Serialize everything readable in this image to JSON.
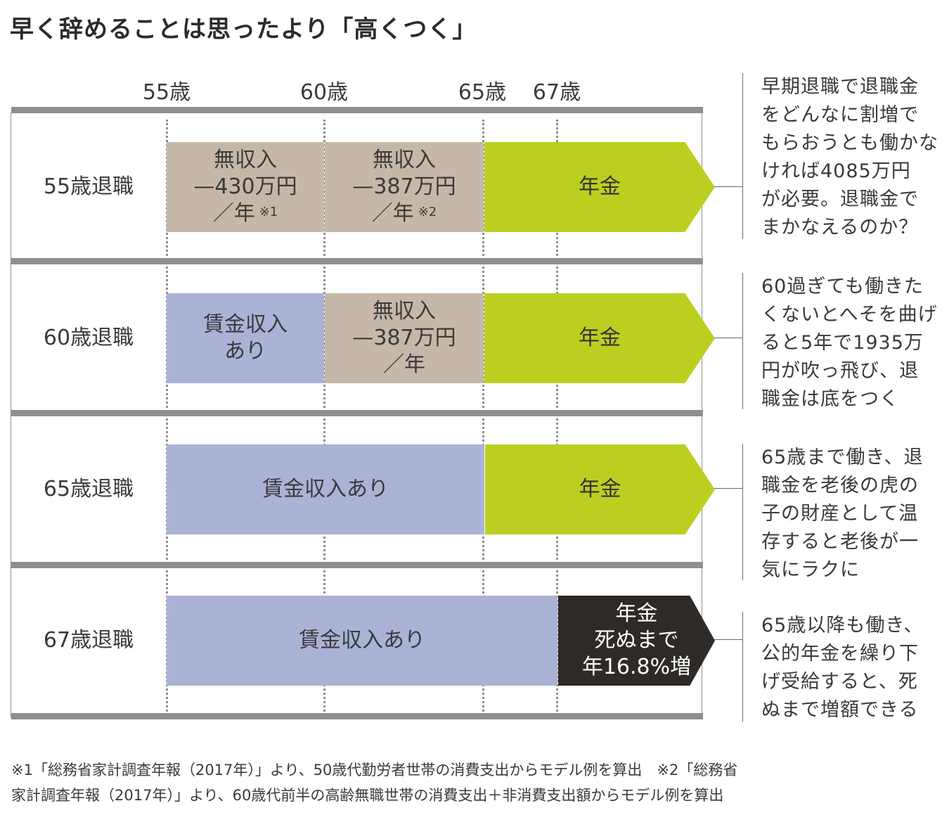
{
  "title": "早く辞めることは思ったより「高くつく」",
  "ages": [
    "55歳",
    "60歳",
    "65歳",
    "67歳"
  ],
  "rows": [
    {
      "label": "55歳退職",
      "segments": [
        {
          "lines": [
            "無収入",
            "—430万円",
            "／年"
          ],
          "note_mark": "※1"
        },
        {
          "lines": [
            "無収入",
            "—387万円",
            "／年"
          ],
          "note_mark": "※2"
        }
      ],
      "pension": "年金",
      "note": [
        "早期退職で退職金",
        "をどんなに割増で",
        "もらおうとも働かな",
        "ければ4085万円",
        "が必要。退職金で",
        "まかなえるのか？"
      ]
    },
    {
      "label": "60歳退職",
      "segments": [
        {
          "lines": [
            "賃金収入",
            "あり"
          ]
        },
        {
          "lines": [
            "無収入",
            "—387万円",
            "／年"
          ]
        }
      ],
      "pension": "年金",
      "note": [
        "60過ぎても働きた",
        "くないとへそを曲げ",
        "ると5年で1935万",
        "円が吹っ飛び、退",
        "職金は底をつく"
      ]
    },
    {
      "label": "65歳退職",
      "segments": [
        {
          "lines": [
            "賃金収入あり"
          ]
        }
      ],
      "pension": "年金",
      "note": [
        "65歳まで働き、退",
        "職金を老後の虎の",
        "子の財産として温",
        "存すると老後が一",
        "気にラクに"
      ]
    },
    {
      "label": "67歳退職",
      "segments": [
        {
          "lines": [
            "賃金収入あり"
          ]
        }
      ],
      "pension_lines": [
        "年金",
        "死ぬまで",
        "年16.8%増"
      ],
      "note": [
        "65歳以降も働き、",
        "公的年金を繰り下",
        "げ受給すると、死",
        "ぬまで増額できる"
      ]
    }
  ],
  "footnotes": [
    "※1「総務省家計調査年報（2017年）」より、50歳代勤労者世帯の消費支出からモデル例を算出　※2「総務省",
    "家計調査年報（2017年）」より、60歳代前半の高齢無職世帯の消費支出＋非消費支出額からモデル例を算出"
  ],
  "colors": {
    "no_income": "#c6b8a8",
    "wage_income": "#aab2d6",
    "pension": "#bccf21",
    "pension_increase": "#2d2a27",
    "bar": "#8f8f8f"
  }
}
